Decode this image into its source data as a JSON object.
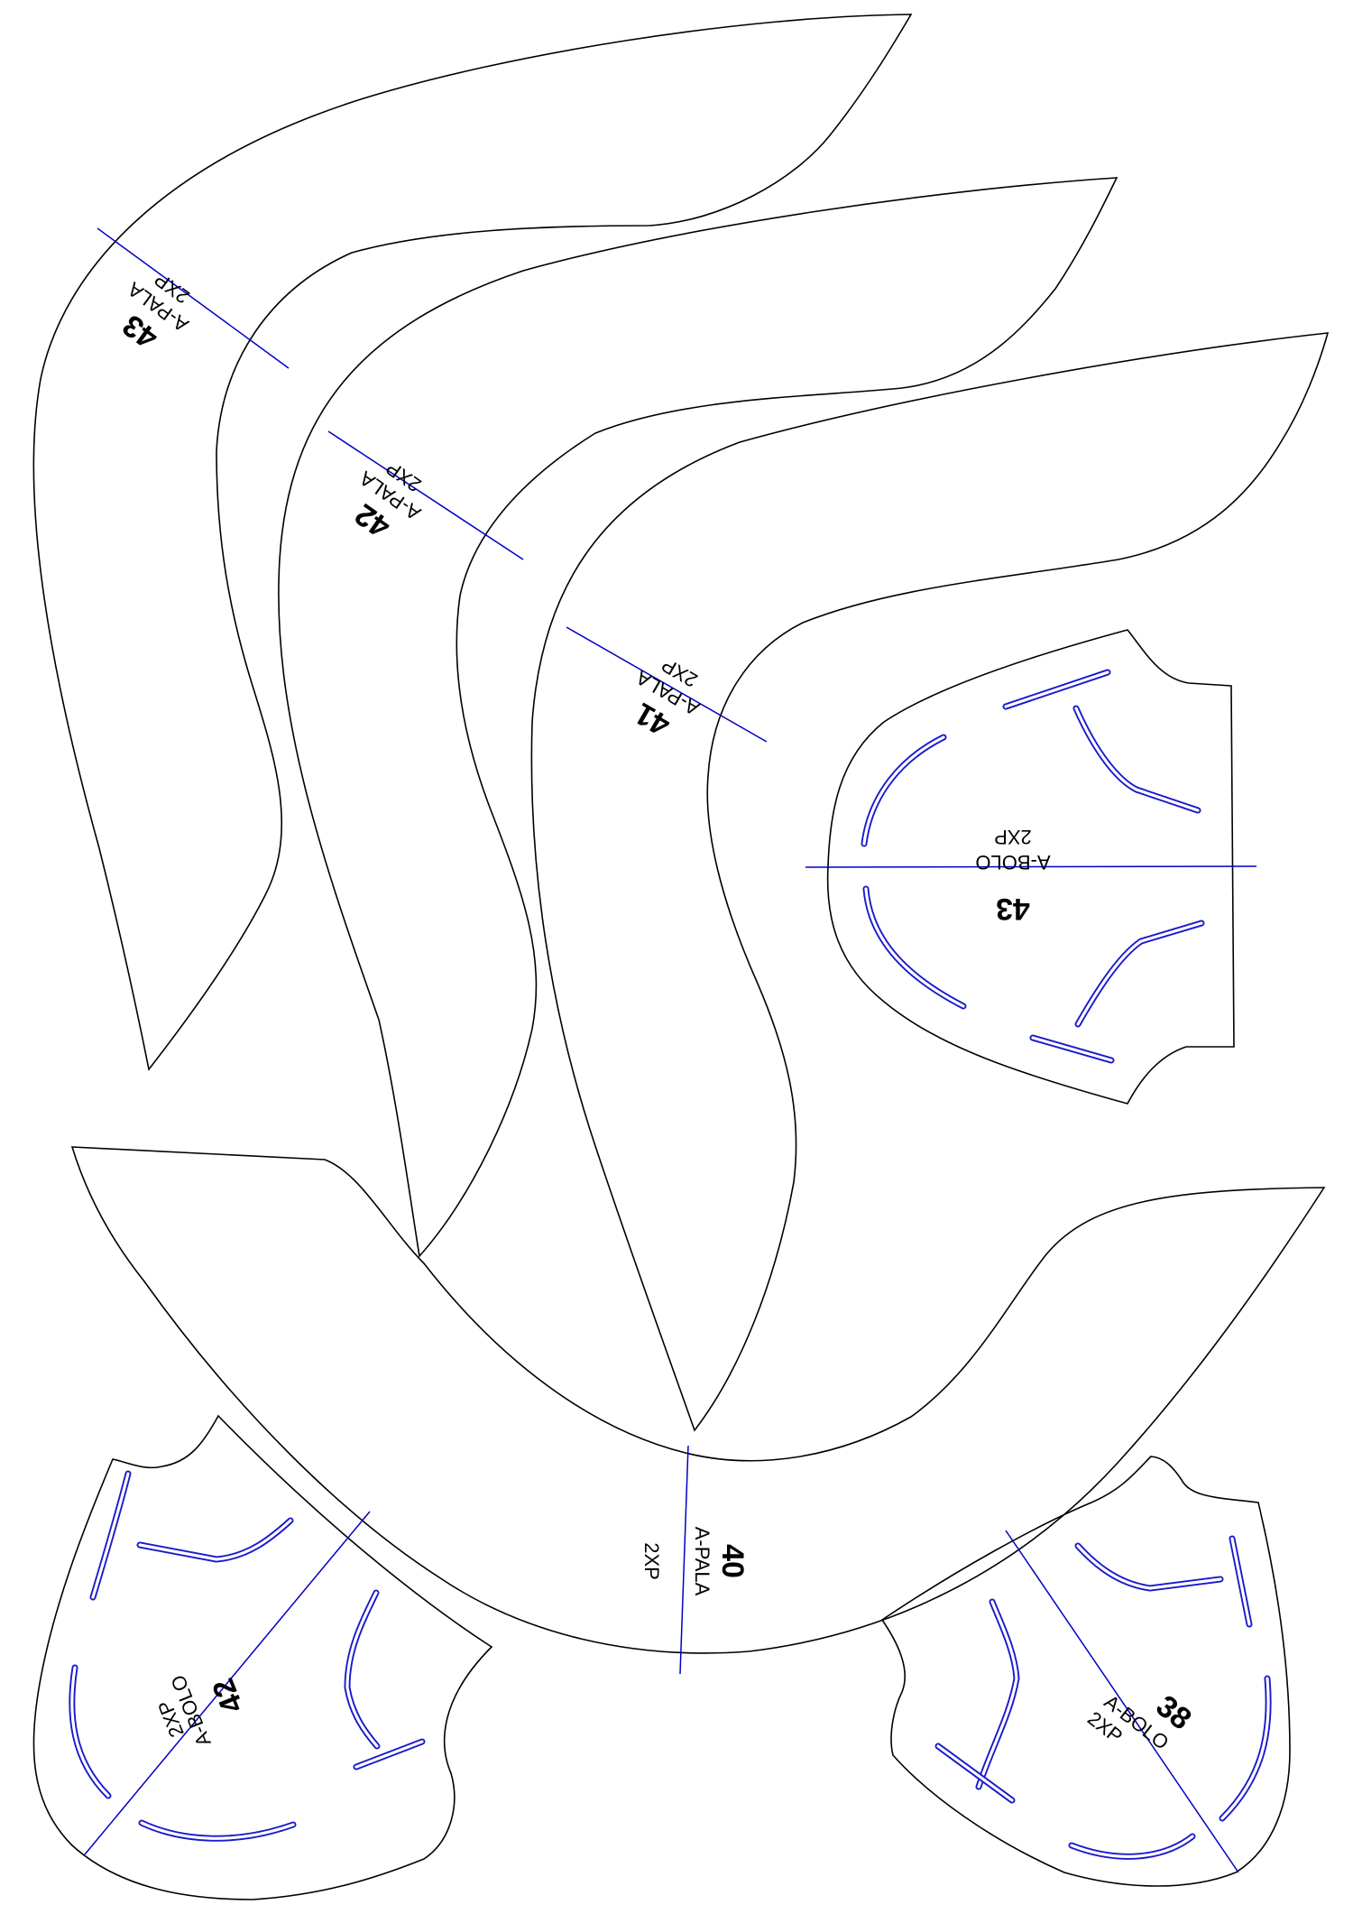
{
  "pieces": [
    {
      "id": "pala-43",
      "size": "43",
      "name": "A-PALA",
      "qty": "2XP"
    },
    {
      "id": "pala-42",
      "size": "42",
      "name": "A-PALA",
      "qty": "2XP"
    },
    {
      "id": "pala-41",
      "size": "41",
      "name": "A-PALA",
      "qty": "2XP"
    },
    {
      "id": "bolo-43",
      "size": "43",
      "name": "A-BOLO",
      "qty": "2XP"
    },
    {
      "id": "pala-40",
      "size": "40",
      "name": "A-PALA",
      "qty": "2XP"
    },
    {
      "id": "bolo-42",
      "size": "42",
      "name": "A-BOLO",
      "qty": "2XP"
    },
    {
      "id": "bolo-38",
      "size": "38",
      "name": "A-BOLO",
      "qty": "2XP"
    }
  ],
  "colors": {
    "outline": "#000000",
    "grainline": "#0000c8",
    "slots": "#1a1acc"
  }
}
